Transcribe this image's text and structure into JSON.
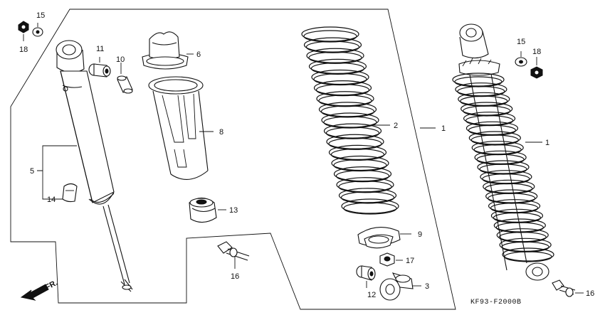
{
  "diagram": {
    "code": "KF93-F2000B",
    "direction_label": "FR.",
    "callouts": {
      "c1a": "1",
      "c1b": "1",
      "c2": "2",
      "c3": "3",
      "c5": "5",
      "c6": "6",
      "c8": "8",
      "c9": "9",
      "c10": "10",
      "c11": "11",
      "c12": "12",
      "c13": "13",
      "c14": "14",
      "c15a": "15",
      "c15b": "15",
      "c16a": "16",
      "c16b": "16",
      "c17": "17",
      "c18a": "18",
      "c18b": "18"
    }
  }
}
